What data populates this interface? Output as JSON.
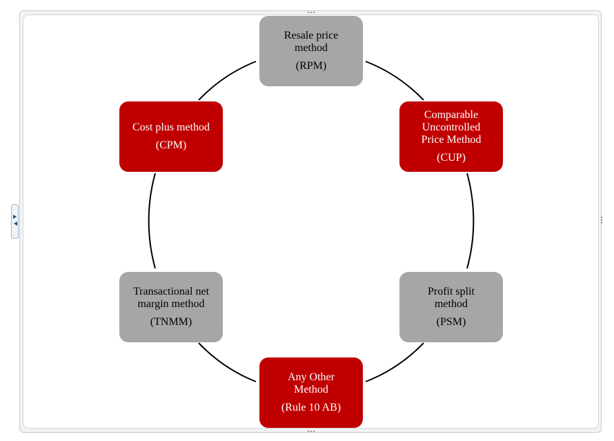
{
  "diagram": {
    "nodes": [
      {
        "id": "rpm",
        "title": "Resale price\nmethod",
        "abbr": "(RPM)",
        "fill": "#a6a6a6",
        "text_color": "#000000"
      },
      {
        "id": "cup",
        "title": "Comparable\nUncontrolled\nPrice Method",
        "abbr": "(CUP)",
        "fill": "#c00000",
        "text_color": "#ffffff"
      },
      {
        "id": "psm",
        "title": "Profit split\nmethod",
        "abbr": "(PSM)",
        "fill": "#a6a6a6",
        "text_color": "#000000"
      },
      {
        "id": "other",
        "title": "Any Other\nMethod",
        "abbr": "(Rule 10 AB)",
        "fill": "#c00000",
        "text_color": "#ffffff"
      },
      {
        "id": "tnmm",
        "title": "Transactional net\nmargin method",
        "abbr": "(TNMM)",
        "fill": "#a6a6a6",
        "text_color": "#000000"
      },
      {
        "id": "cpm",
        "title": "Cost plus method",
        "abbr": "(CPM)",
        "fill": "#c00000",
        "text_color": "#ffffff"
      }
    ],
    "connector": "circular-arcs"
  }
}
